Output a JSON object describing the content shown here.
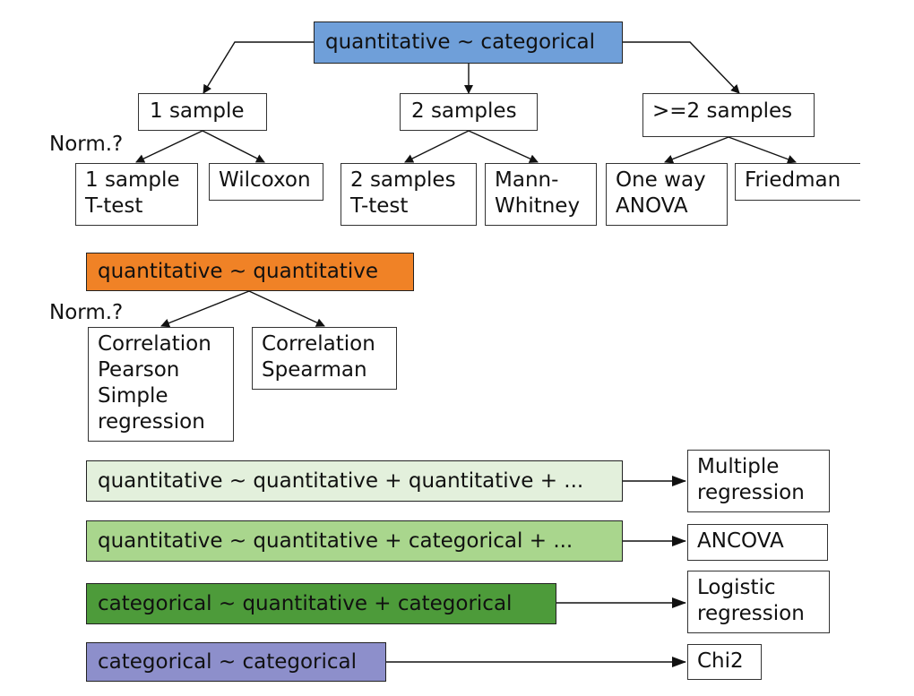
{
  "colors": {
    "qc": "#6f9fd9",
    "qq": "#f08226",
    "qqq": "#e3f0dc",
    "qqc": "#a9d68d",
    "cqc": "#4d9b3a",
    "cc": "#8d8fcb"
  },
  "top": {
    "header": "quantitative ~ categorical",
    "groups": [
      "1 sample",
      "2 samples",
      ">=2 samples"
    ],
    "norm_label": "Norm.?",
    "tests": [
      "1 sample\nT-test",
      "Wilcoxon",
      "2 samples\nT-test",
      "Mann-\nWhitney",
      "One way\nANOVA",
      "Friedman"
    ]
  },
  "qq": {
    "header": "quantitative ~ quantitative",
    "norm_label": "Norm.?",
    "tests": [
      "Correlation\nPearson\nSimple\nregression",
      "Correlation\nSpearman"
    ]
  },
  "rows": [
    {
      "formula": "quantitative ~ quantitative + quantitative + ...",
      "result": "Multiple\nregression"
    },
    {
      "formula": "quantitative ~ quantitative + categorical + ...",
      "result": "ANCOVA"
    },
    {
      "formula": "categorical ~ quantitative + categorical",
      "result": "Logistic\nregression"
    },
    {
      "formula": "categorical ~ categorical",
      "result": "Chi2"
    }
  ]
}
